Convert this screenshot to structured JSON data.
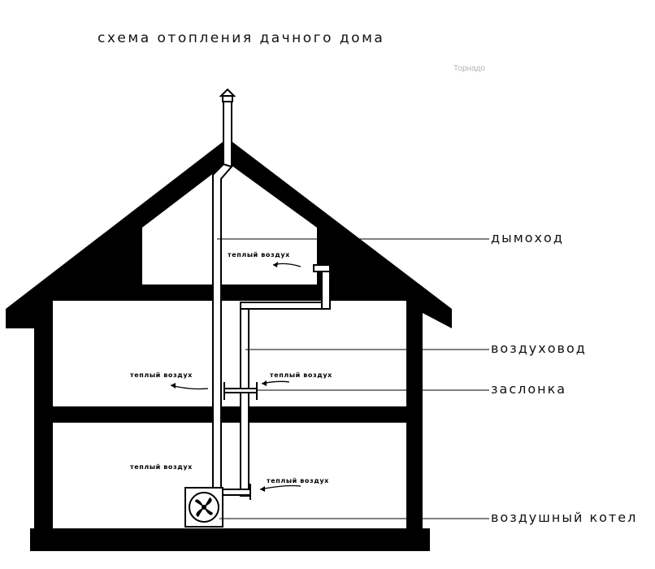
{
  "title": "схема отопления дачного дома",
  "watermark": "Торнадо",
  "labels": {
    "chimney": "дымоход",
    "air_duct": "воздуховод",
    "damper": "заслонка",
    "air_boiler": "воздушный котел"
  },
  "warm_air_label": "теплый воздух"
}
